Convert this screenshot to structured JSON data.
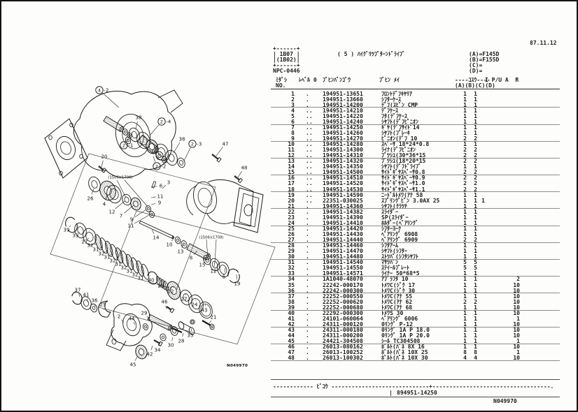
{
  "page": {
    "date": "87.11.12",
    "box": [
      "+------+",
      "| 1B07 |",
      "|(1B02)|",
      "+------+"
    ],
    "catalog_no": "NPC-0446",
    "title": "( 5 ) ﾊｲｸﾞﾘﾂﾌﾟﾀｰﾝﾄﾞﾗｲﾌﾞ",
    "models": [
      "(A)=F145D",
      "(B)=F155D",
      "(C)=",
      "(D)="
    ]
  },
  "table": {
    "headers": {
      "midashi": "ﾐﾀﾞｼ",
      "no": "NO.",
      "level": "ﾚﾍﾞﾙ 0",
      "part_no": "ﾌﾞﾋﾝﾊﾞﾝｺﾞｳ",
      "part_name": "ﾌﾞﾋﾝ ﾒｲ",
      "qty": "----ｺｽｳ----",
      "qty_cols": "(A)(B)(C)(D)",
      "ipuar": "I P/U A  R"
    },
    "rows": [
      {
        "no": "1",
        "level": ".",
        "part_no": "194951-13651",
        "name": "ﾌﾛﾝﾄﾃﾞﾌｷﾔﾘｱ",
        "qty_a": "1",
        "qty_b": "1"
      },
      {
        "no": "2",
        "level": ".",
        "part_no": "194951-13660",
        "name": "ｼﾌﾀｰｹｰｽ",
        "qty_a": "1",
        "qty_b": "1"
      },
      {
        "no": "3",
        "level": ".",
        "part_no": "194951-14200",
        "name": "ﾃﾞﾌ(ｽﾋﾟﾝ CMP",
        "qty_a": "1",
        "qty_b": "1"
      },
      {
        "no": "4",
        "level": "..",
        "part_no": "194951-14210",
        "name": "ﾃﾞﾌｹｰｽ",
        "qty_a": "1",
        "qty_b": "1"
      },
      {
        "no": "5",
        "level": "..",
        "part_no": "194951-14220",
        "name": "ﾌﾀ(ﾃﾞﾌｹｰｽ",
        "qty_a": "1",
        "qty_b": "1"
      },
      {
        "no": "6",
        "level": "..",
        "part_no": "194951-14240",
        "name": "ｼﾔﾌﾄ(ﾃﾞﾌﾋﾟﾆｵﾝ",
        "qty_a": "1",
        "qty_b": "1"
      },
      {
        "no": "7",
        "level": "..",
        "part_no": "194951-14250",
        "name": "ｷﾞﾔ(ﾃﾞﾌｻｲﾄﾞ14",
        "qty_a": "1",
        "qty_b": "1"
      },
      {
        "no": "8",
        "level": "..",
        "part_no": "194951-14260",
        "name": "ｼﾔﾌﾄ(ﾌﾞﾚｰｷ",
        "qty_a": "1",
        "qty_b": "1"
      },
      {
        "no": "9",
        "level": "..",
        "part_no": "194951-14270",
        "name": "ﾋﾟﾆｵﾝ(ﾃﾞﾌ 10",
        "qty_a": "2",
        "qty_b": "2"
      },
      {
        "no": "10",
        "level": "..",
        "part_no": "194951-14280",
        "name": "ｽﾍﾟｰｻ 18*24*0.8",
        "qty_a": "1",
        "qty_b": "1"
      },
      {
        "no": "11",
        "level": "..",
        "part_no": "194951-14300",
        "name": "ﾗｲﾅ(ﾃﾞﾌﾋﾟﾆｵﾝ",
        "qty_a": "2",
        "qty_b": "2"
      },
      {
        "no": "12",
        "level": "..",
        "part_no": "194951-14310",
        "name": "ﾌﾞﾂｼﾕ(30*36*15",
        "qty_a": "2",
        "qty_b": "2"
      },
      {
        "no": "13",
        "level": "..",
        "part_no": "194951-14320",
        "name": "ﾌﾞﾂｼﾕ(18*20*15",
        "qty_a": "2",
        "qty_b": "2"
      },
      {
        "no": "14",
        "level": "..",
        "part_no": "194951-14350",
        "name": "ｼﾔﾌﾄ(ﾃﾞﾌﾄﾞﾗｲﾌﾞ",
        "qty_a": "1",
        "qty_b": "1"
      },
      {
        "no": "15",
        "level": "..",
        "part_no": "194951-14500",
        "name": "ｻｲﾄﾞｷﾞﾔｽﾍﾟｰｻ0.8",
        "qty_a": "2",
        "qty_b": "2"
      },
      {
        "no": "16",
        "level": "..",
        "part_no": "194951-14510",
        "name": "ｻｲﾄﾞｷﾞﾔｽﾍﾟｰｻ0.9",
        "qty_a": "2",
        "qty_b": "2"
      },
      {
        "no": "17",
        "level": "..",
        "part_no": "194951-14520",
        "name": "ｻｲﾄﾞｷﾞﾔｽﾍﾟｰｻ1.0",
        "qty_a": "2",
        "qty_b": "2"
      },
      {
        "no": "18",
        "level": "..",
        "part_no": "194951-14530",
        "name": "ｻｲﾄﾞｷﾞﾔｽﾍﾟｰｻ1.1",
        "qty_a": "2",
        "qty_b": "2"
      },
      {
        "no": "19",
        "level": "..",
        "part_no": "194951-14590",
        "name": "ﾆｰﾄﾞﾙﾄﾒﾜ(ｱﾅ 58",
        "qty_a": "1",
        "qty_b": "1"
      },
      {
        "no": "20",
        "level": "..",
        "part_no": "22351-030025",
        "name": "ｽﾌﾟﾘﾝｸﾞﾋﾟﾝ 3.0AX 25",
        "qty_a": "1",
        "qty_b": "1",
        "qty_c": "1"
      },
      {
        "no": "21",
        "level": ".",
        "part_no": "194951-14360",
        "name": "ｼﾔﾌﾄ(ｸﾗﾂﾁ",
        "qty_a": "1",
        "qty_b": "1"
      },
      {
        "no": "22",
        "level": ".",
        "part_no": "194951-14382",
        "name": "ｽﾗｲﾀﾞｰ",
        "qty_a": "1",
        "qty_b": "1"
      },
      {
        "no": "23",
        "level": ".",
        "part_no": "194951-14390",
        "name": "SP(ｽﾗｲﾀﾞｰ",
        "qty_a": "1",
        "qty_b": "1"
      },
      {
        "no": "24",
        "level": ".",
        "part_no": "194951-14410",
        "name": "ﾎﾙﾀﾞｰ(ﾍﾞｱﾘﾝｸﾞ",
        "qty_a": "1",
        "qty_b": "1"
      },
      {
        "no": "25",
        "level": ".",
        "part_no": "194951-14420",
        "name": "ｼﾌﾀｰﾖｰｸ",
        "qty_a": "1",
        "qty_b": "1"
      },
      {
        "no": "26",
        "level": ".",
        "part_no": "194951-14430",
        "name": "ﾍﾞｱﾘﾝｸﾞ 6908",
        "qty_a": "1",
        "qty_b": "1"
      },
      {
        "no": "27",
        "level": ".",
        "part_no": "194951-14440",
        "name": "ﾍﾞｱﾘﾝｸﾞ 6909",
        "qty_a": "2",
        "qty_b": "2"
      },
      {
        "no": "28",
        "level": ".",
        "part_no": "194951-14460",
        "name": "ｼﾌﾀｱｰﾑ",
        "qty_a": "1",
        "qty_b": "1"
      },
      {
        "no": "29",
        "level": ".",
        "part_no": "194951-14470",
        "name": "ｼﾔﾌﾄ(ｼﾌﾀｰ",
        "qty_a": "1",
        "qty_b": "1"
      },
      {
        "no": "30",
        "level": ".",
        "part_no": "194951-14480",
        "name": "ｽﾄﾂﾊﾟ(ｼﾌﾀｼﾔﾌﾄ",
        "qty_a": "1",
        "qty_b": "1"
      },
      {
        "no": "31",
        "level": ".",
        "part_no": "194951-14540",
        "name": "ﾏｻﾂﾊﾞﾝ",
        "qty_a": "5",
        "qty_b": "5"
      },
      {
        "no": "32",
        "level": ".",
        "part_no": "194951-14550",
        "name": "ｽﾃｲｰﾙﾌﾟﾚｰﾄ",
        "qty_a": "5",
        "qty_b": "5"
      },
      {
        "no": "33",
        "level": ".",
        "part_no": "194951-14571",
        "name": "ﾗｲﾅｰ 50*68*5",
        "qty_a": "1",
        "qty_b": "1"
      },
      {
        "no": "34",
        "level": ".",
        "part_no": "1A1040-48070",
        "name": "ｱﾌﾞﾗﾌﾀ 10",
        "qty_a": "1",
        "qty_b": "1",
        "pu": "2"
      },
      {
        "no": "35",
        "level": ".",
        "part_no": "22242-000170",
        "name": "ﾄﾒﾜC(ｼﾞｸ 17",
        "qty_a": "1",
        "qty_b": "1",
        "pu": "10"
      },
      {
        "no": "36",
        "level": ".",
        "part_no": "22242-000300",
        "name": "ﾄﾒﾜC(ｼﾞｸ 30",
        "qty_a": "1",
        "qty_b": "1",
        "pu": "10"
      },
      {
        "no": "37",
        "level": ".",
        "part_no": "22252-000550",
        "name": "ﾄﾒﾜC(ｱﾅ 55",
        "qty_a": "1",
        "qty_b": "1",
        "pu": "10"
      },
      {
        "no": "38",
        "level": ".",
        "part_no": "22252-000620",
        "name": "ﾄﾒﾜC(ｱﾅ 62",
        "qty_a": "2",
        "qty_b": "2",
        "pu": "10"
      },
      {
        "no": "39",
        "level": ".",
        "part_no": "22252-000680",
        "name": "ﾄﾒﾜC(ｱﾅ 68",
        "qty_a": "1",
        "qty_b": "1",
        "pu": "10"
      },
      {
        "no": "40",
        "level": ".",
        "part_no": "22292-000300",
        "name": "ﾄﾒﾜS 30",
        "qty_a": "1",
        "qty_b": "1",
        "pu": "10"
      },
      {
        "no": "41",
        "level": ".",
        "part_no": "24101-060064",
        "name": "ﾍﾞｱﾘﾝｸﾞ 6006",
        "qty_a": "1",
        "qty_b": "1",
        "pu": "1"
      },
      {
        "no": "42",
        "level": ".",
        "part_no": "24311-000120",
        "name": "0ﾘﾝｸﾞ P-12",
        "qty_a": "1",
        "qty_b": "1",
        "pu": "10"
      },
      {
        "no": "43",
        "level": ".",
        "part_no": "24311-000180",
        "name": "0ﾘﾝｸﾞ 1A P 18.0",
        "qty_a": "1",
        "qty_b": "1",
        "pu": "10"
      },
      {
        "no": "44",
        "level": ".",
        "part_no": "24311-000200",
        "name": "0ﾘﾝｸﾞ 1A P 20.0",
        "qty_a": "1",
        "qty_b": "1",
        "pu": "10"
      },
      {
        "no": "45",
        "level": ".",
        "part_no": "24421-304508",
        "name": "ｼｰﾙ TC304508",
        "qty_a": "1",
        "qty_b": "1",
        "pu": "1"
      },
      {
        "no": "46",
        "level": ".",
        "part_no": "26013-080162",
        "name": "ﾎﾞﾙﾄ(ﾊﾞﾈ 8X 16",
        "qty_a": "1",
        "qty_b": "1",
        "pu": "10"
      },
      {
        "no": "47",
        "level": ".",
        "part_no": "26013-100252",
        "name": "ﾎﾞﾙﾄ(ﾊﾞﾈ 10X 25",
        "qty_a": "8",
        "qty_b": "8",
        "pu": "1"
      },
      {
        "no": "48",
        "level": ".",
        "part_no": "26013-100302",
        "name": "ﾎﾞﾙﾄ(ﾊﾞﾈ 10X 30",
        "qty_a": "4",
        "qty_b": "4",
        "pu": "10"
      }
    ]
  },
  "footer": {
    "remarks_line": "------------ ﾋﾞｺｳ -----------------------------+-----------------------------------.",
    "remark_bar": "|",
    "remark_part_no": "894951-14250",
    "drawing_no": "N049970"
  },
  "diagram": {
    "drawing_no": "N049970",
    "callouts": [
      {
        "label": "4",
        "suffix": "-2",
        "circled": true
      },
      {
        "label": "38"
      },
      {
        "label": "2",
        "suffix": "-1",
        "circled": true
      },
      {
        "label": "2",
        "suffix": "-4",
        "circled": true
      },
      {
        "label": "38"
      },
      {
        "label": "2",
        "suffix": "-3",
        "circled": true
      },
      {
        "label": "47"
      },
      {
        "label": "48"
      },
      {
        "label": "2",
        "suffix": "-2",
        "circled": true
      },
      {
        "label": "20"
      },
      {
        "label": "(1506)(1708)"
      },
      {
        "label": "3"
      },
      {
        "label": "6"
      },
      {
        "label": "11"
      },
      {
        "label": "9"
      },
      {
        "label": "26"
      },
      {
        "label": "4"
      },
      {
        "label": "12"
      },
      {
        "label": "7"
      },
      {
        "label": "9"
      },
      {
        "label": "11"
      },
      {
        "label": "39"
      },
      {
        "label": "33"
      },
      {
        "label": "27"
      },
      {
        "label": "32"
      },
      {
        "label": "31"
      },
      {
        "label": "32"
      },
      {
        "label": "31"
      },
      {
        "label": "32"
      },
      {
        "label": "31"
      },
      {
        "label": "32"
      },
      {
        "label": "31"
      },
      {
        "label": "32"
      },
      {
        "label": "31"
      },
      {
        "label": "40"
      },
      {
        "label": "23"
      },
      {
        "label": "22"
      },
      {
        "label": "27"
      },
      {
        "label": "24"
      },
      {
        "label": "43"
      },
      {
        "label": "14"
      },
      {
        "label": "10"
      },
      {
        "label": "13"
      },
      {
        "label": "8"
      },
      {
        "label": "15"
      },
      {
        "label": "12"
      },
      {
        "label": "5"
      },
      {
        "label": "19"
      },
      {
        "label": "(1506)(1708)"
      },
      {
        "label": "37"
      },
      {
        "label": "41"
      },
      {
        "label": "36"
      },
      {
        "label": "25"
      },
      {
        "label": "2"
      },
      {
        "label": "44"
      },
      {
        "label": "29"
      },
      {
        "label": "46"
      },
      {
        "label": "30"
      },
      {
        "label": "28"
      },
      {
        "label": "35"
      },
      {
        "label": "34"
      },
      {
        "label": "42"
      },
      {
        "label": "45"
      },
      {
        "label": "21"
      }
    ]
  }
}
